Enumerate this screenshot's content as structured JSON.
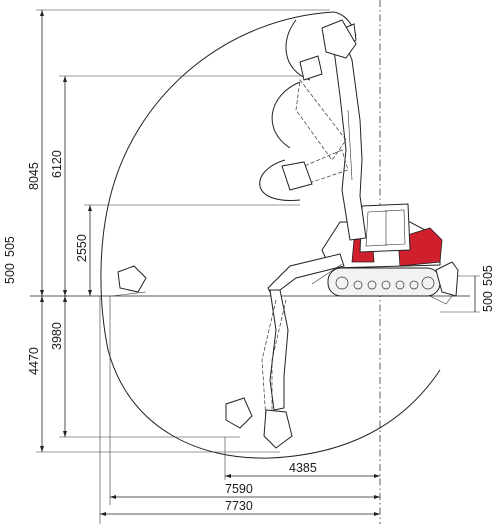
{
  "dimensions": {
    "max_digging_height": "8045",
    "max_dump_height": "6120",
    "height_2550": "2550",
    "blade_left": "500",
    "blade_left2": "505",
    "max_digging_depth": "4470",
    "vertical_wall_depth": "3980",
    "blade_right_up": "500",
    "blade_right_down": "505",
    "reach_4385": "4385",
    "reach_ground": "7590",
    "max_reach": "7730"
  },
  "colors": {
    "accent_red": "#d0202e",
    "line": "#222222"
  }
}
